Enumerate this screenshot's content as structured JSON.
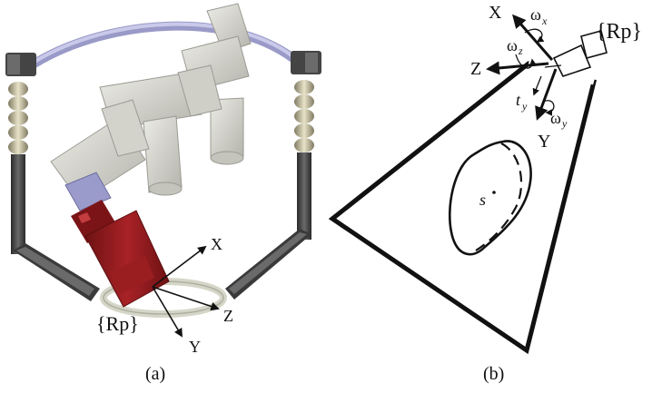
{
  "panel_a": {
    "caption": "(a)",
    "frame_label": "{Rp}",
    "axes": {
      "x": "X",
      "y": "Y",
      "z": "Z"
    },
    "colors": {
      "arm": "#d9d9d2",
      "arm_shade": "#a9a9a2",
      "tool": "#8e1a1c",
      "arc": "#b7b7dc",
      "ring": "#dcdcd0",
      "frame_post": "#3c3c3c",
      "spring": "#c8c2a6"
    }
  },
  "panel_b": {
    "caption": "(b)",
    "frame_label": "{Rp}",
    "axes": {
      "x": "X",
      "y": "Y",
      "z": "Z"
    },
    "rotations": {
      "wx": "ω",
      "wx_sub": "x",
      "wy": "ω",
      "wy_sub": "y",
      "wz": "ω",
      "wz_sub": "z"
    },
    "translation": {
      "t": "t",
      "t_sub": "y"
    },
    "surface_label": "s"
  }
}
